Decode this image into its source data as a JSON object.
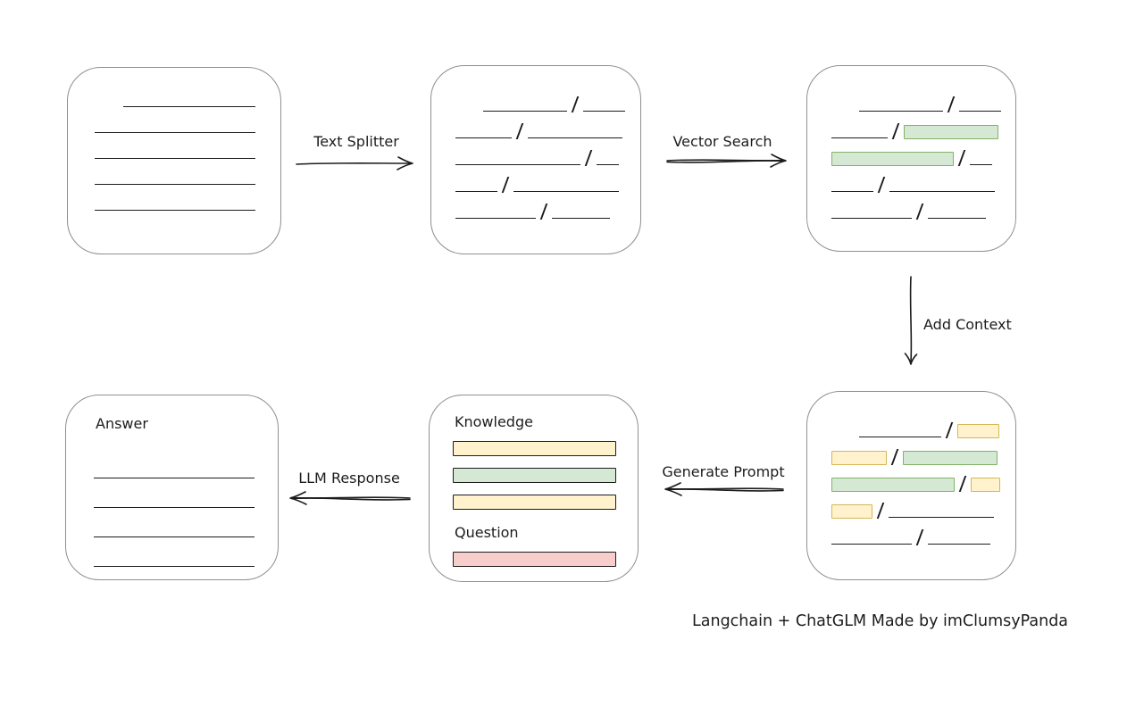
{
  "caption": "Langchain + ChatGLM Made by imClumsyPanda",
  "chunk_separator": "/",
  "colors": {
    "stroke": "#1c1c1c",
    "box_border": "#8f8f8f",
    "green_fill": "#d5e8d4",
    "green_border": "#82b366",
    "yellow_fill": "#fff2cc",
    "yellow_border": "#d6b656",
    "red_fill": "#f8cecc",
    "red_border": "#b85450"
  },
  "arrows": {
    "text_splitter": {
      "label": "Text Splitter",
      "direction": "right"
    },
    "vector_search": {
      "label": "Vector Search",
      "direction": "right"
    },
    "add_context": {
      "label": "Add Context",
      "direction": "down"
    },
    "generate_prompt": {
      "label": "Generate Prompt",
      "direction": "left"
    },
    "llm_response": {
      "label": "LLM Response",
      "direction": "left"
    }
  },
  "nodes": {
    "document": {
      "lines": [
        {
          "indent": 32,
          "w": 148
        },
        {
          "indent": 0,
          "w": 180
        },
        {
          "indent": 0,
          "w": 180
        },
        {
          "indent": 0,
          "w": 180
        },
        {
          "indent": 0,
          "w": 180
        }
      ]
    },
    "split_chunks": {
      "rows": [
        {
          "indent": 31,
          "segs": [
            [
              "line",
              94
            ],
            [
              "line",
              47
            ]
          ]
        },
        {
          "indent": 0,
          "segs": [
            [
              "line",
              63
            ],
            [
              "line",
              106
            ]
          ]
        },
        {
          "indent": 0,
          "segs": [
            [
              "line",
              140
            ],
            [
              "line",
              25
            ]
          ]
        },
        {
          "indent": 0,
          "segs": [
            [
              "line",
              47
            ],
            [
              "line",
              118
            ]
          ]
        },
        {
          "indent": 0,
          "segs": [
            [
              "line",
              90
            ],
            [
              "line",
              65
            ]
          ]
        }
      ]
    },
    "searched_chunks": {
      "rows": [
        {
          "indent": 31,
          "segs": [
            [
              "line",
              94
            ],
            [
              "line",
              47
            ]
          ]
        },
        {
          "indent": 0,
          "segs": [
            [
              "line",
              63
            ],
            [
              "green",
              106
            ]
          ]
        },
        {
          "indent": 0,
          "segs": [
            [
              "green",
              137
            ],
            [
              "line",
              25
            ]
          ]
        },
        {
          "indent": 0,
          "segs": [
            [
              "line",
              47
            ],
            [
              "line",
              118
            ]
          ]
        },
        {
          "indent": 0,
          "segs": [
            [
              "line",
              90
            ],
            [
              "line",
              65
            ]
          ]
        }
      ]
    },
    "context_chunks": {
      "rows": [
        {
          "indent": 31,
          "segs": [
            [
              "line",
              92
            ],
            [
              "yellow",
              47
            ]
          ]
        },
        {
          "indent": 0,
          "segs": [
            [
              "yellow",
              62
            ],
            [
              "green",
              106
            ]
          ]
        },
        {
          "indent": 0,
          "segs": [
            [
              "green",
              138
            ],
            [
              "yellow",
              33
            ]
          ]
        },
        {
          "indent": 0,
          "segs": [
            [
              "yellow",
              46
            ],
            [
              "line",
              118
            ]
          ]
        },
        {
          "indent": 0,
          "segs": [
            [
              "line",
              90
            ],
            [
              "line",
              70
            ]
          ]
        }
      ]
    },
    "prompt": {
      "sections": [
        {
          "label": "Knowledge",
          "bars": [
            "yellow",
            "green",
            "yellow"
          ]
        },
        {
          "label": "Question",
          "bars": [
            "red"
          ]
        }
      ]
    },
    "answer": {
      "label": "Answer",
      "lines": [
        {
          "indent": 0,
          "w": 180
        },
        {
          "indent": 0,
          "w": 180
        },
        {
          "indent": 0,
          "w": 180
        },
        {
          "indent": 0,
          "w": 180
        }
      ]
    }
  }
}
